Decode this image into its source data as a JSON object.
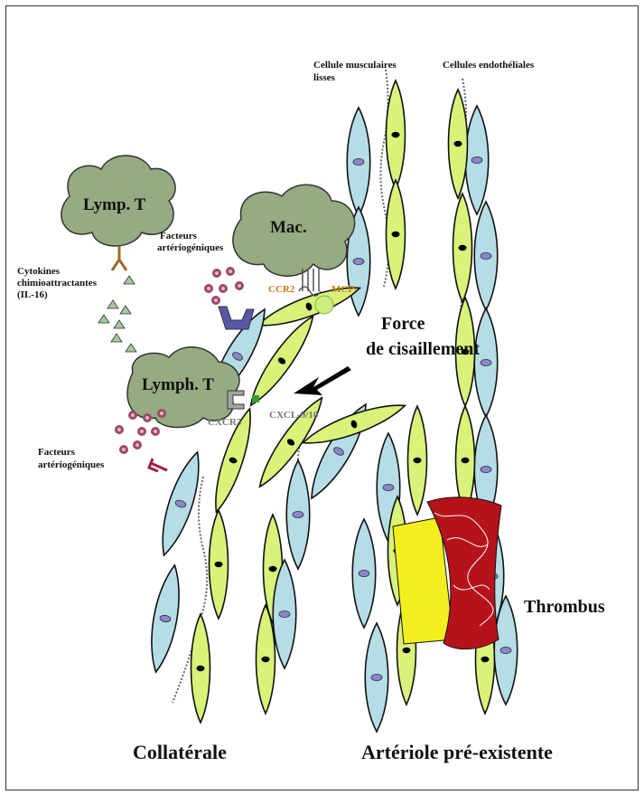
{
  "labels": {
    "smooth_muscle_1": "Cellule musculaires",
    "smooth_muscle_2": "lisses",
    "endothelial": "Cellules endothéliales",
    "lymph_top": "Lymp. T",
    "lymph_mid": "Lymph. T",
    "macrophage": "Mac.",
    "factors_top_1": "Facteurs",
    "factors_top_2": "artériogéniques",
    "cytokines_1": "Cytokines",
    "cytokines_2": "chimioattractantes",
    "cytokines_3": "(IL-16)",
    "ccr2": "CCR2",
    "mcp": "MCP-",
    "force_1": "Force",
    "force_2": "de cisaillement",
    "cxcr3": "CXCR3",
    "cxcl": "CXCL-9/10",
    "factors_bot_1": "Facteurs",
    "factors_bot_2": "artériogéniques",
    "thrombus": "Thrombus",
    "collateral": "Collatérale",
    "arteriole": "Artériole pré-existente"
  },
  "colors": {
    "green_cell": "#d9f27a",
    "blue_cell": "#b5dde6",
    "cloud": "#95ab82",
    "thrombus": "#b5131c",
    "occlusion": "#f5ee1e",
    "molecule": "#9c4a69",
    "receptor_purple": "#5a57a6",
    "mcp_ball": "#c9f07c",
    "orange_text": "#c77a10"
  }
}
